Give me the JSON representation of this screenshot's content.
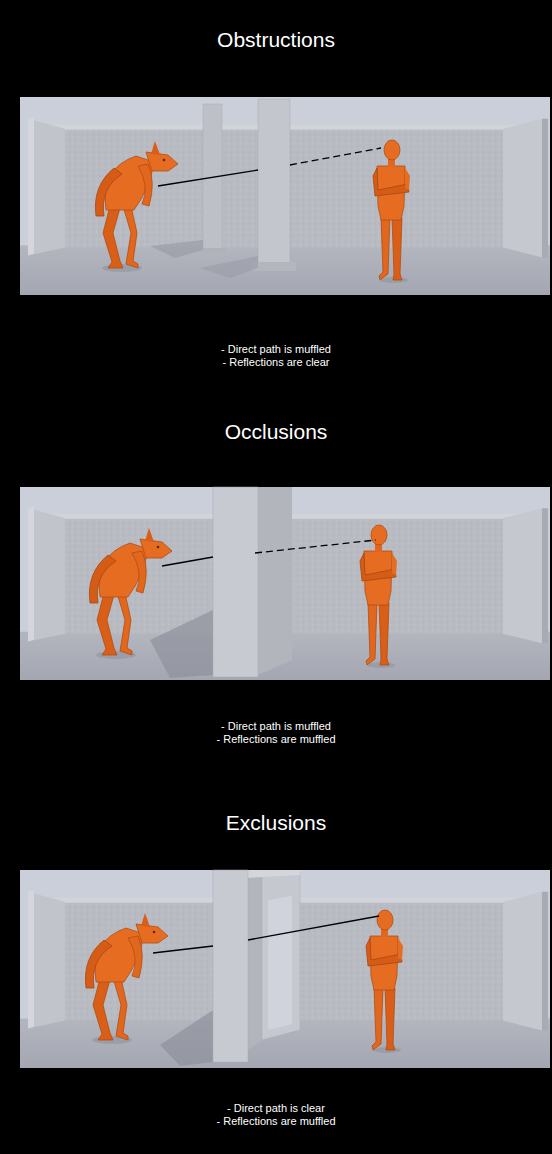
{
  "diagram": {
    "labels": [
      "Obstructions",
      "- Direct path is muffled",
      "- Reflections are clear",
      "Occlusions",
      "- Direct path is muffled",
      "- Reflections are muffled",
      "Exclusions",
      "- Direct path is clear",
      "- Reflections are muffled"
    ]
  }
}
